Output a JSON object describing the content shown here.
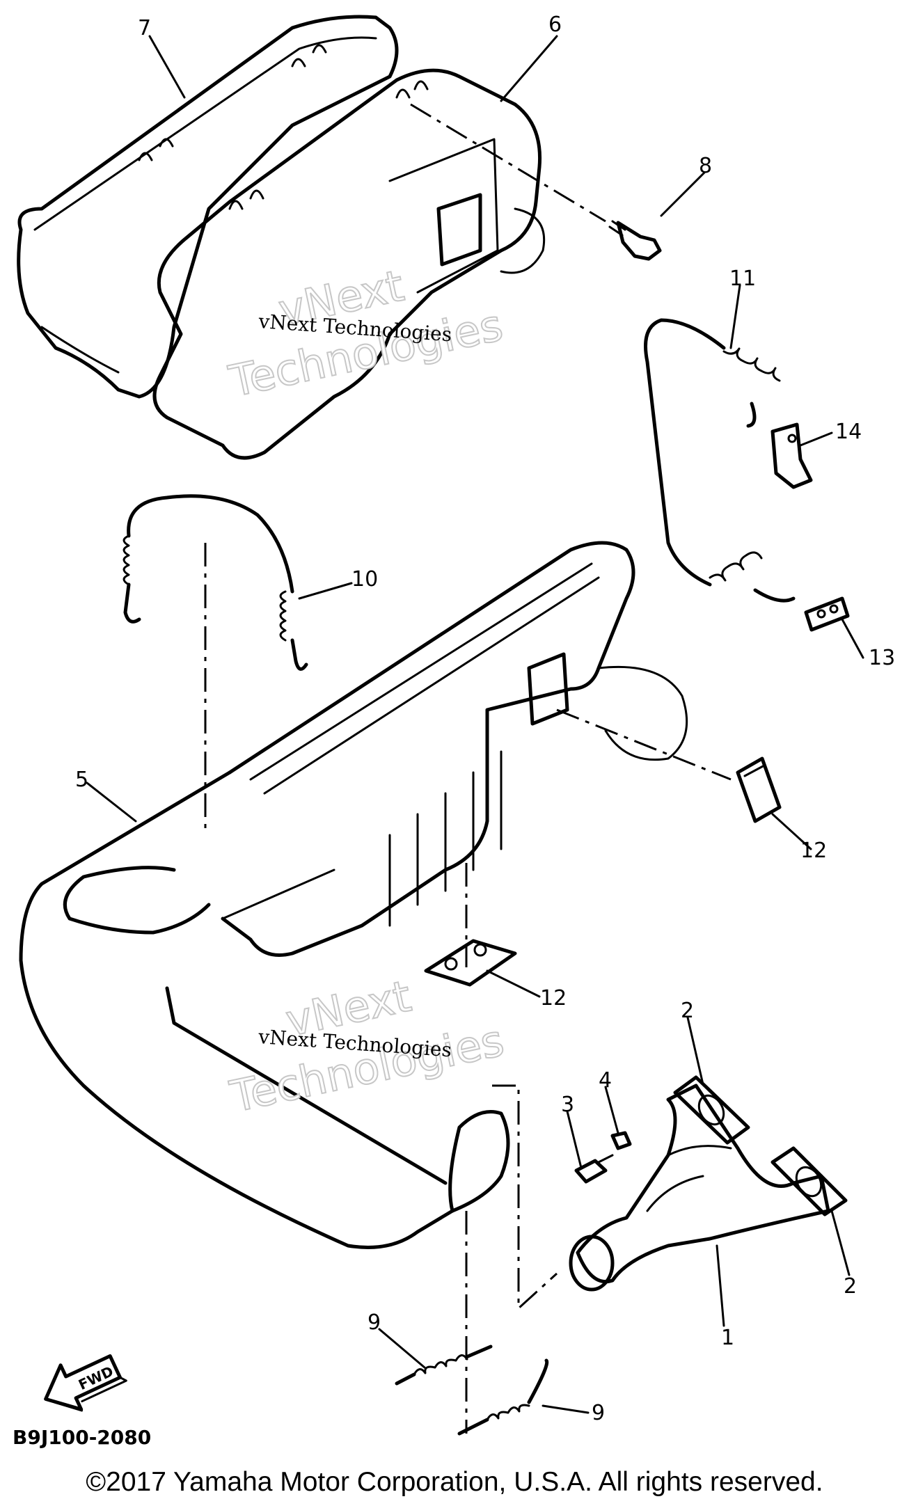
{
  "callouts": {
    "c1": "1",
    "c2a": "2",
    "c2b": "2",
    "c3": "3",
    "c4": "4",
    "c5": "5",
    "c6": "6",
    "c7": "7",
    "c8": "8",
    "c9a": "9",
    "c9b": "9",
    "c10": "10",
    "c11": "11",
    "c12a": "12",
    "c12b": "12",
    "c13": "13",
    "c14": "14"
  },
  "watermark": {
    "big_line1": "vNext",
    "big_line2": "Technologies",
    "small": "vNext Technologies"
  },
  "forward_arrow_label": "FWD",
  "diagram_code": "B9J100-2080",
  "copyright": "©2017 Yamaha Motor Corporation, U.S.A. All rights reserved."
}
